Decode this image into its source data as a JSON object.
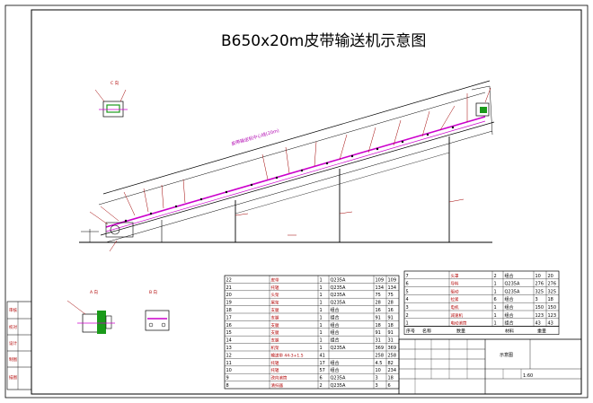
{
  "drawing": {
    "title": "B650x20m皮带输送机示意图",
    "belt_note": "皮带输送机中心线(20m)",
    "view_c_label": "C 向",
    "view_a_label": "A 向",
    "view_b_label": "B 向"
  },
  "left_bar": [
    "审核",
    "校对",
    "设计",
    "制图",
    "描图"
  ],
  "bom_left": {
    "rows": [
      {
        "no": "22",
        "name": "皮带",
        "qty": "1",
        "mat": "Q235A",
        "w1": "109",
        "w2": "109"
      },
      {
        "no": "21",
        "name": "托辊",
        "qty": "1",
        "mat": "Q235A",
        "w1": "134",
        "w2": "134"
      },
      {
        "no": "20",
        "name": "头架",
        "qty": "1",
        "mat": "Q235A",
        "w1": "75",
        "w2": "75"
      },
      {
        "no": "19",
        "name": "尾架",
        "qty": "1",
        "mat": "Q235A",
        "w1": "28",
        "w2": "28"
      },
      {
        "no": "18",
        "name": "支腿",
        "qty": "1",
        "mat": "组合",
        "w1": "16",
        "w2": "16"
      },
      {
        "no": "17",
        "name": "支腿",
        "qty": "1",
        "mat": "组合",
        "w1": "91",
        "w2": "91"
      },
      {
        "no": "16",
        "name": "支腿",
        "qty": "1",
        "mat": "组合",
        "w1": "18",
        "w2": "18"
      },
      {
        "no": "15",
        "name": "支腿",
        "qty": "1",
        "mat": "组合",
        "w1": "91",
        "w2": "91"
      },
      {
        "no": "14",
        "name": "支腿",
        "qty": "1",
        "mat": "组合",
        "w1": "31",
        "w2": "31"
      },
      {
        "no": "13",
        "name": "机架",
        "qty": "1",
        "mat": "Q235A",
        "w1": "369",
        "w2": "369"
      },
      {
        "no": "12",
        "name": "输送带 44-3+1.5",
        "qty": "41",
        "mat": "",
        "w1": "258",
        "w2": "258"
      },
      {
        "no": "11",
        "name": "托辊",
        "qty": "17",
        "mat": "组合",
        "w1": "4.5",
        "w2": "82"
      },
      {
        "no": "10",
        "name": "托辊",
        "qty": "57",
        "mat": "组合",
        "w1": "10",
        "w2": "234"
      },
      {
        "no": "9",
        "name": "改向滚筒",
        "qty": "6",
        "mat": "Q235A",
        "w1": "3",
        "w2": "18"
      },
      {
        "no": "8",
        "name": "清扫器",
        "qty": "2",
        "mat": "Q235A",
        "w1": "3",
        "w2": "6"
      }
    ]
  },
  "bom_right": {
    "rows": [
      {
        "no": "7",
        "name": "头罩",
        "qty": "2",
        "mat": "组合",
        "w1": "10",
        "w2": "20"
      },
      {
        "no": "6",
        "name": "导料",
        "qty": "1",
        "mat": "Q235A",
        "w1": "276",
        "w2": "276"
      },
      {
        "no": "5",
        "name": "驱动",
        "qty": "1",
        "mat": "Q235A",
        "w1": "325",
        "w2": "325"
      },
      {
        "no": "4",
        "name": "拉紧",
        "qty": "6",
        "mat": "组合",
        "w1": "3",
        "w2": "18"
      },
      {
        "no": "3",
        "name": "电机",
        "qty": "1",
        "mat": "组合",
        "w1": "150",
        "w2": "150"
      },
      {
        "no": "2",
        "name": "减速机",
        "qty": "1",
        "mat": "组合",
        "w1": "123",
        "w2": "123"
      },
      {
        "no": "1",
        "name": "电动滚筒",
        "qty": "1",
        "mat": "组合",
        "w1": "43",
        "w2": "43"
      }
    ],
    "header": {
      "no": "序号",
      "name": "名称",
      "qty": "数量",
      "mat": "材料",
      "weight": "重量"
    }
  },
  "title_block": {
    "name": "示意图",
    "scale": "1:60"
  }
}
